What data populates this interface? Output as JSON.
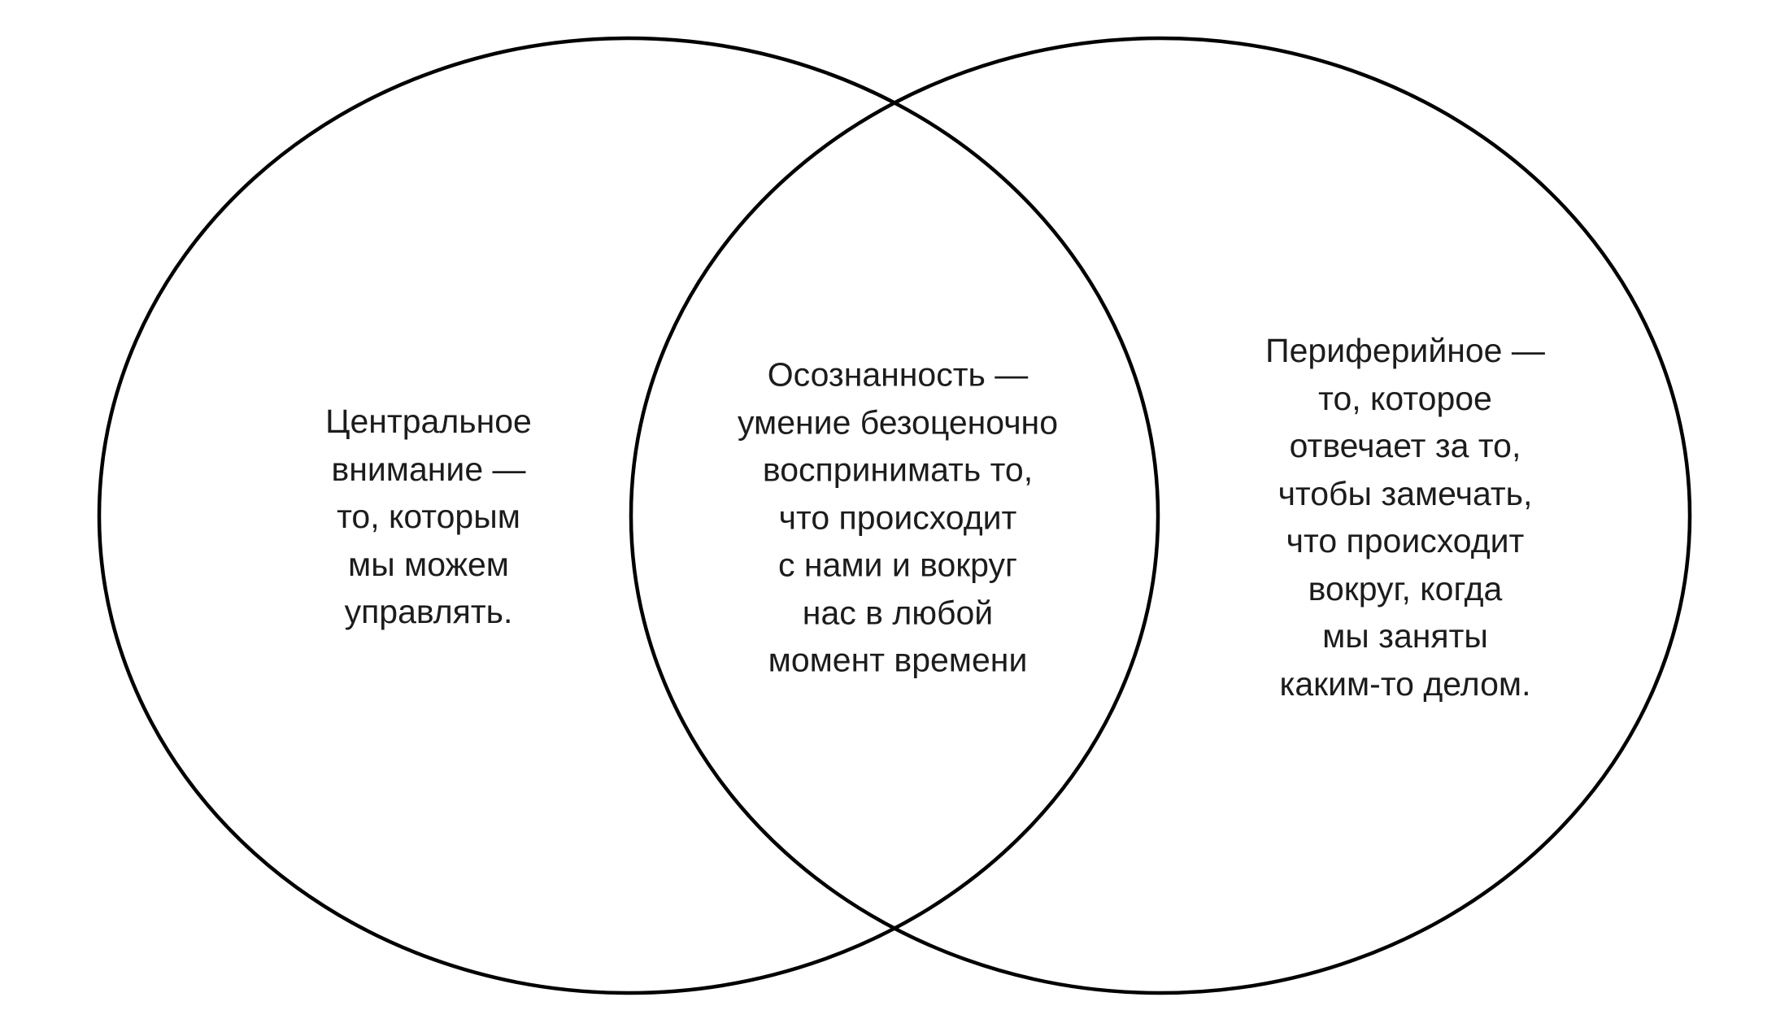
{
  "diagram": {
    "type": "venn",
    "stroke_color": "#000000",
    "text_color": "#1c1c1c",
    "background": "#ffffff",
    "sets": [
      {
        "id": "left",
        "label": "Центральное\nвнимание —\nто, которым\nмы можем\nуправлять."
      },
      {
        "id": "right",
        "label": "Периферийное —\nто, которое\nотвечает за то,\nчтобы замечать,\nчто происходит\nвокруг, когда\nмы заняты\nкаким-то делом."
      }
    ],
    "intersection": {
      "label": "Осознанность —\nумение безоценочно\nвоспринимать то,\nчто происходит\nс нами и вокруг\nнас в любой\nмомент времени"
    }
  }
}
